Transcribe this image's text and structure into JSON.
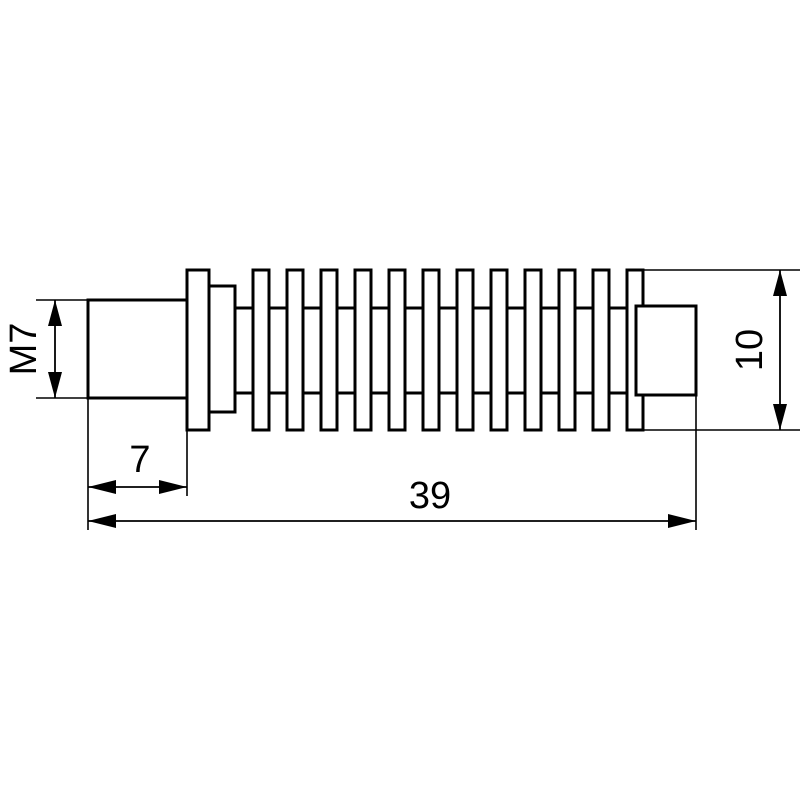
{
  "dimensions": {
    "thread": "M7",
    "thread_length": "7",
    "overall_length": "39",
    "diameter": "10"
  },
  "colors": {
    "line": "#000000",
    "background": "#ffffff"
  },
  "part": {
    "fin_count": 12
  }
}
